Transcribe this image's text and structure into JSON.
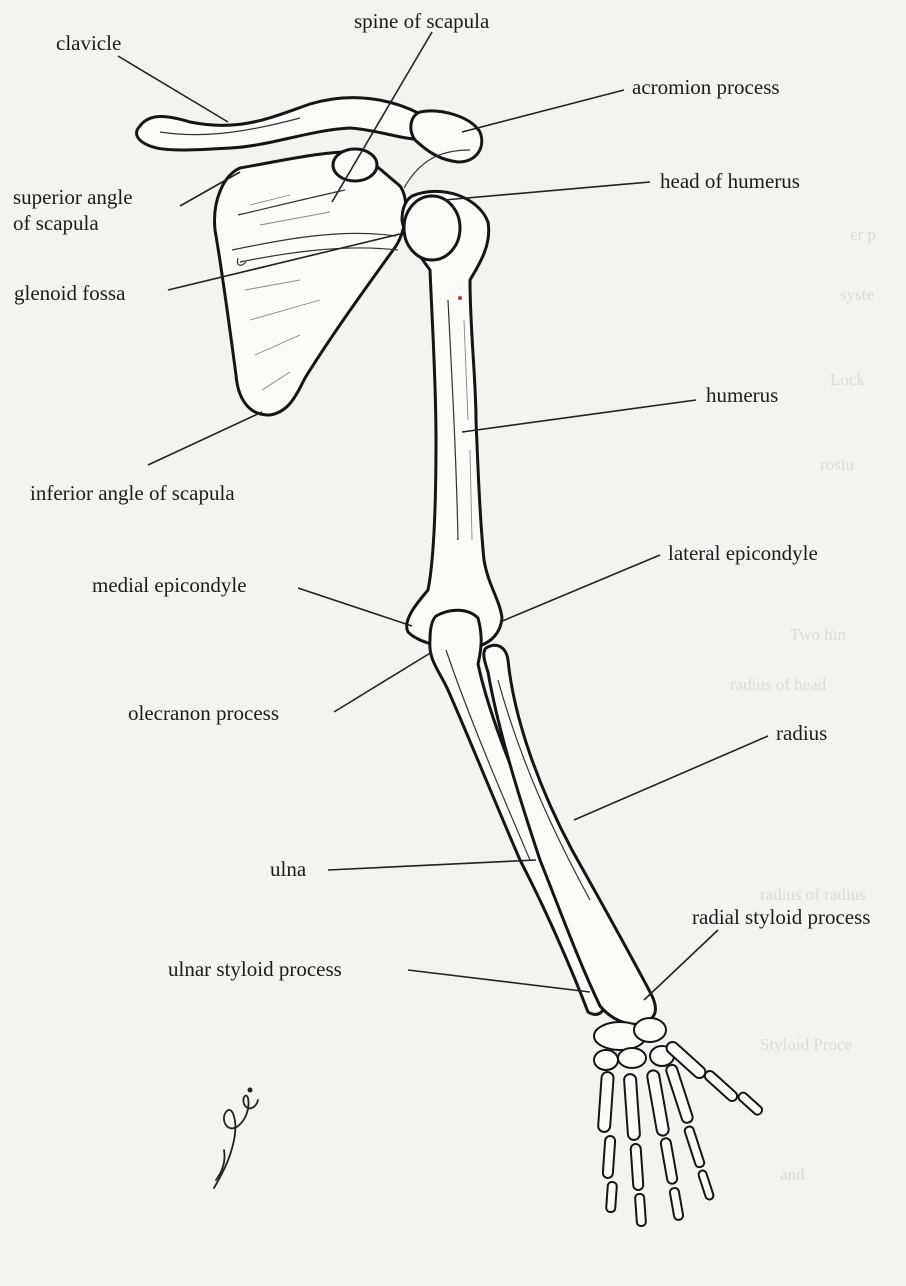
{
  "diagram": {
    "labels": {
      "clavicle": "clavicle",
      "spine_of_scapula": "spine of scapula",
      "acromion_process": "acromion process",
      "superior_angle": "superior angle\nof scapula",
      "head_of_humerus": "head of humerus",
      "glenoid_fossa": "glenoid fossa",
      "humerus": "humerus",
      "inferior_angle": "inferior angle of scapula",
      "lateral_epicondyle": "lateral epicondyle",
      "medial_epicondyle": "medial epicondyle",
      "olecranon_process": "olecranon process",
      "radius": "radius",
      "ulna": "ulna",
      "radial_styloid_process": "radial styloid process",
      "ulnar_styloid_process": "ulnar styloid process"
    },
    "signature_text": "jwb.k",
    "colors": {
      "background": "#f4f3ef",
      "ink": "#151515",
      "bone": "#fbfbf8"
    }
  }
}
